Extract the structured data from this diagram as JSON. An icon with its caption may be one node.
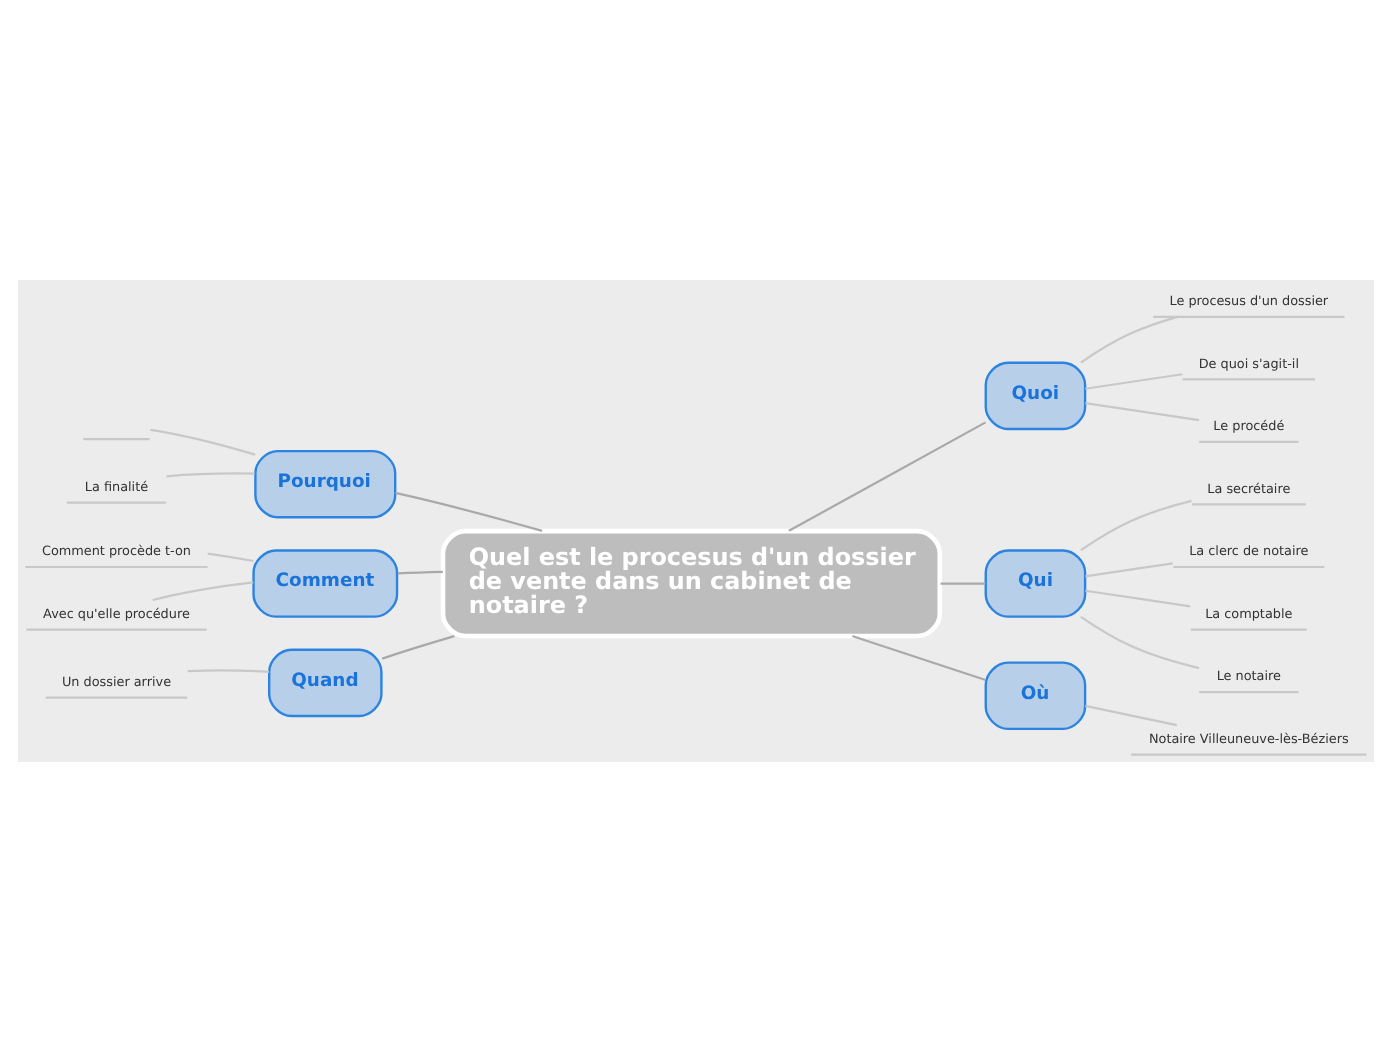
{
  "diagram": {
    "nodes": [
      {
        "text": [
          "Quel est le procesus d'un dossier de vente dans un cabinet de notaire ?"
        ]
      },
      {
        "text": [
          "Pourquoi"
        ]
      },
      {
        "text": [],
        "shape": "line"
      },
      {
        "text": [
          "La finalité"
        ]
      },
      {
        "text": [
          "Comment"
        ]
      },
      {
        "text": [
          "Comment procède t-on"
        ]
      },
      {
        "text": [
          "Avec qu'elle procédure"
        ]
      },
      {
        "text": [
          "Quand"
        ]
      },
      {
        "text": [
          "Un dossier arrive"
        ]
      },
      {
        "text": [
          "Quoi"
        ]
      },
      {
        "text": [
          "Le procesus d'un dossier"
        ]
      },
      {
        "text": [
          "De quoi s'agit-il"
        ]
      },
      {
        "text": [
          "Le procédé"
        ]
      },
      {
        "text": [
          "Qui"
        ]
      },
      {
        "text": [
          "La secrétaire"
        ]
      },
      {
        "text": [
          "La clerc de notaire"
        ]
      },
      {
        "text": [
          "La comptable"
        ]
      },
      {
        "text": [
          "Le notaire"
        ]
      },
      {
        "text": [
          "Où"
        ]
      },
      {
        "text": [
          "Notaire Villeuneuve-lès-Béziers"
        ]
      }
    ],
    "edges": [
      {
        "from": 0,
        "to": 1,
        "arrow": "none",
        "color": "#a9a9a9"
      },
      {
        "from": 1,
        "to": 2,
        "arrow": "none"
      },
      {
        "from": 1,
        "to": 3,
        "arrow": "none"
      },
      {
        "from": 0,
        "to": 4,
        "arrow": "none",
        "color": "#a9a9a9"
      },
      {
        "from": 4,
        "to": 5,
        "arrow": "none"
      },
      {
        "from": 4,
        "to": 6,
        "arrow": "none"
      },
      {
        "from": 0,
        "to": 7,
        "arrow": "none",
        "color": "#a9a9a9"
      },
      {
        "from": 7,
        "to": 8,
        "arrow": "none"
      },
      {
        "from": 0,
        "to": 9,
        "arrow": "none",
        "color": "#a9a9a9"
      },
      {
        "from": 9,
        "to": 10,
        "arrow": "none"
      },
      {
        "from": 9,
        "to": 11,
        "arrow": "none"
      },
      {
        "from": 9,
        "to": 12,
        "arrow": "none"
      },
      {
        "from": 0,
        "to": 13,
        "arrow": "none",
        "color": "#a9a9a9"
      },
      {
        "from": 13,
        "to": 14,
        "arrow": "none"
      },
      {
        "from": 13,
        "to": 15,
        "arrow": "none"
      },
      {
        "from": 13,
        "to": 16,
        "arrow": "none"
      },
      {
        "from": 13,
        "to": 17,
        "arrow": "none"
      },
      {
        "from": 0,
        "to": 18,
        "arrow": "none",
        "color": "#a9a9a9"
      },
      {
        "from": 18,
        "to": 19,
        "arrow": "none"
      }
    ]
  }
}
